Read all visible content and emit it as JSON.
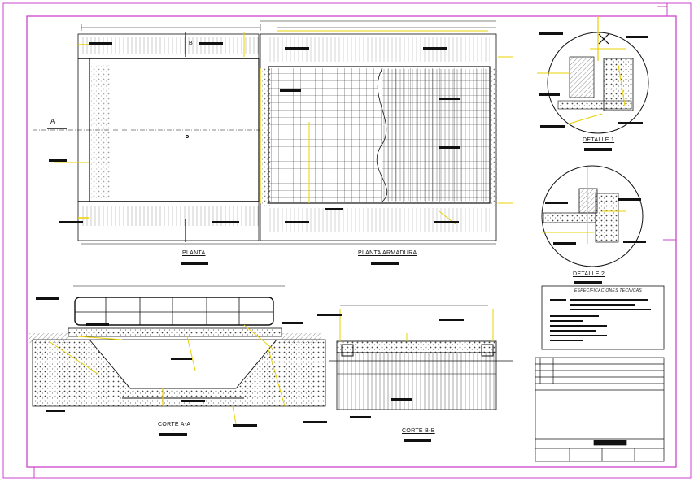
{
  "drawing": {
    "views": {
      "plan": {
        "title": "PLANTA",
        "section_mark": "A",
        "cut_mark": "B"
      },
      "rebar_plan": {
        "title": "PLANTA ARMADURA"
      },
      "detail_1": {
        "title": "DETALLE 1"
      },
      "detail_2": {
        "title": "DETALLE 2"
      },
      "section_aa": {
        "title": "CORTE A-A"
      },
      "section_bb": {
        "title": "CORTE B-B"
      }
    },
    "specifications": {
      "title": "ESPECIFICACIONES TECNICAS"
    },
    "colors": {
      "frame": "#cc44cc",
      "linework": "#111111",
      "dimension": "#e8d000",
      "hatch": "#777777"
    }
  }
}
